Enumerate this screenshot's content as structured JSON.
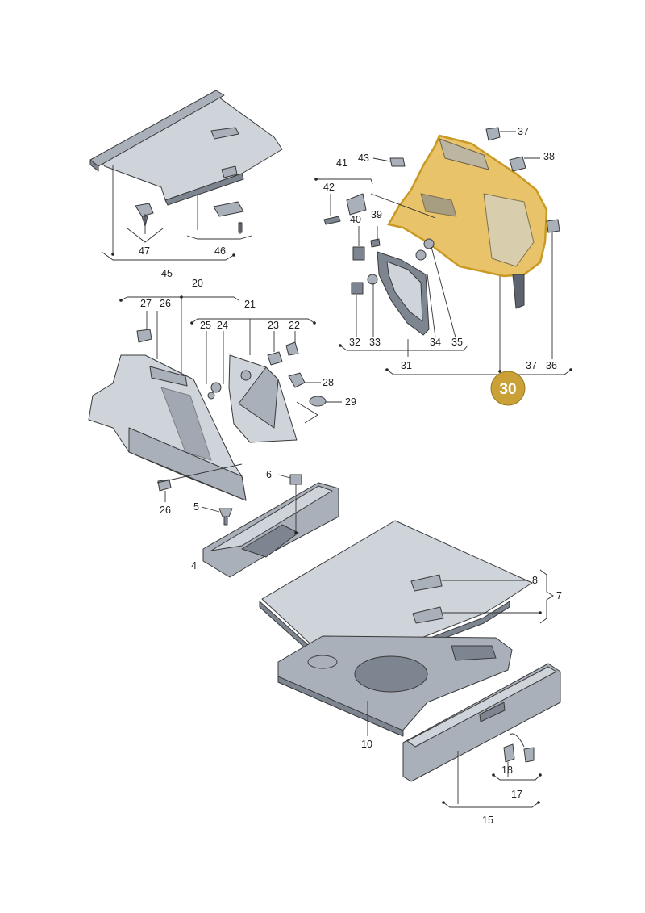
{
  "labels": {
    "l47": "47",
    "l46": "46",
    "l45": "45",
    "l43": "43",
    "l41": "41",
    "l42": "42",
    "l40": "40",
    "l39": "39",
    "l37a": "37",
    "l38": "38",
    "l32": "32",
    "l33": "33",
    "l34": "34",
    "l35": "35",
    "l31": "31",
    "l37b": "37",
    "l36": "36",
    "l20": "20",
    "l27": "27",
    "l26a": "26",
    "l21": "21",
    "l25": "25",
    "l24": "24",
    "l23": "23",
    "l22": "22",
    "l28": "28",
    "l29": "29",
    "l26b": "26",
    "l6": "6",
    "l5": "5",
    "l4": "4",
    "l8": "8",
    "l7": "7",
    "l10": "10",
    "l18": "18",
    "l17": "17",
    "l15": "15"
  },
  "highlight": {
    "label": "30",
    "color": "#c99a23"
  }
}
